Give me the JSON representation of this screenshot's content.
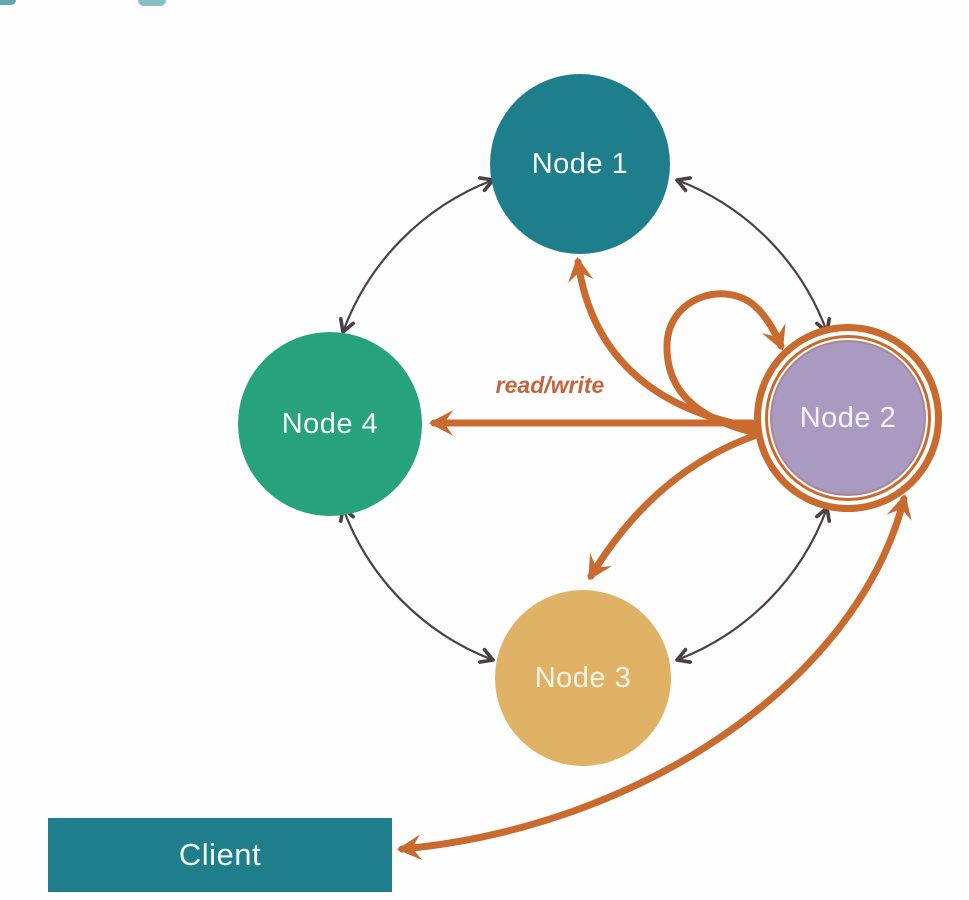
{
  "background": "#FDFDFD",
  "nodes": [
    {
      "label": "Node 1",
      "color": "#1F7E8C"
    },
    {
      "label": "Node 2",
      "color": "#A99AC1",
      "highlight_ring_color": "#C96A2E"
    },
    {
      "label": "Node 3",
      "color": "#E0B266"
    },
    {
      "label": "Node 4",
      "color": "#27A27C"
    }
  ],
  "client": {
    "label": "Client",
    "color": "#1F7E8C"
  },
  "edges": {
    "read_write_label": {
      "text": "read/write",
      "color": "#C4653F"
    },
    "ring_arrow_color": "#4A4045",
    "highlight_arrow_color": "#C96A2E",
    "ring_connections": [
      "Node 1 <-> Node 2",
      "Node 2 <-> Node 3",
      "Node 3 <-> Node 4",
      "Node 4 <-> Node 1"
    ],
    "highlight_arrows": [
      "Node 2 -> Node 1",
      "Node 2 -> Node 2 (self loop)",
      "Node 2 -> Node 4 (read/write)",
      "Node 2 -> Node 3",
      "Client <-> Node 2"
    ]
  }
}
